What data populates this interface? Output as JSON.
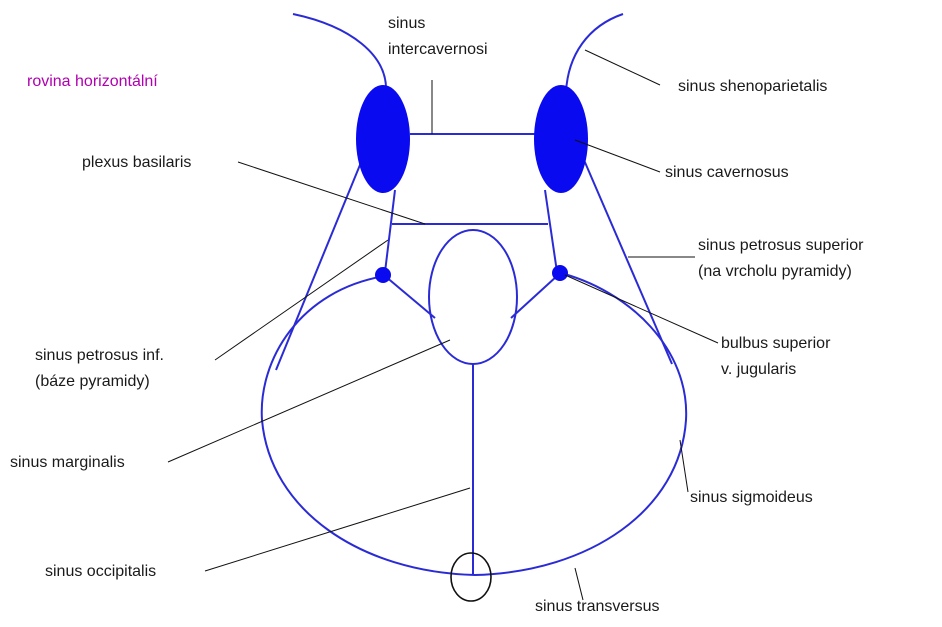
{
  "title": "rovina horizontální",
  "colors": {
    "vessel": "#2b2bd6",
    "vessel_fill": "#0a0af0",
    "leader": "#111111",
    "title": "#b000b0",
    "text": "#1a1a1a"
  },
  "labels": {
    "intercavernosi_1": "sinus",
    "intercavernosi_2": "intercavernosi",
    "sphenoparietalis": "sinus shenoparietalis",
    "plexus_basilaris": "plexus basilaris",
    "cavernosus": "sinus cavernosus",
    "petrosus_superior_1": "sinus petrosus superior",
    "petrosus_superior_2": "(na vrcholu pyramidy)",
    "petrosus_inf_1": "sinus petrosus inf.",
    "petrosus_inf_2": "(báze pyramidy)",
    "bulbus_1": "bulbus superior",
    "bulbus_2": "v. jugularis",
    "marginalis": "sinus marginalis",
    "sigmoideus": "sinus sigmoideus",
    "occipitalis": "sinus occipitalis",
    "transversus": "sinus transversus"
  }
}
